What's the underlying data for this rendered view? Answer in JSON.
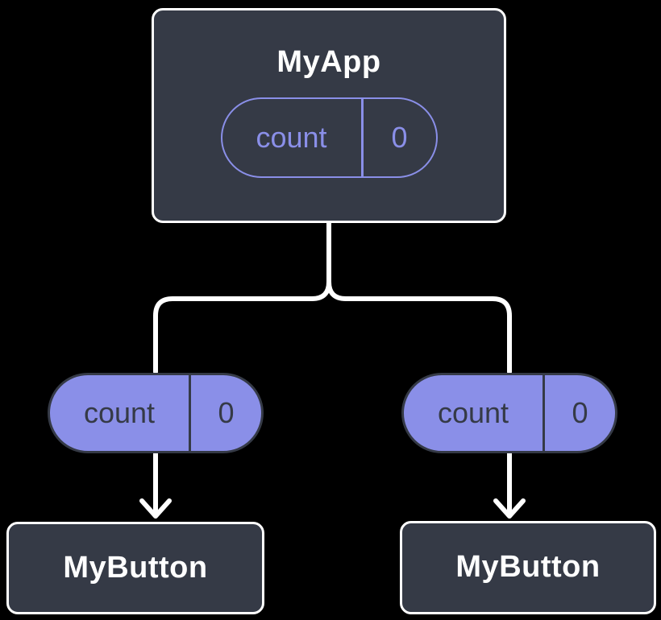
{
  "colors": {
    "background": "#000000",
    "node_fill": "#353a46",
    "node_border": "#ffffff",
    "accent_purple": "#8a8fe8",
    "pill_text_dark": "#353a46",
    "connector": "#ffffff",
    "title_text": "#ffffff"
  },
  "diagram": {
    "type": "component-tree",
    "root": {
      "title": "MyApp",
      "state": {
        "name": "count",
        "value": "0"
      }
    },
    "children": [
      {
        "title": "MyButton",
        "prop": {
          "name": "count",
          "value": "0"
        }
      },
      {
        "title": "MyButton",
        "prop": {
          "name": "count",
          "value": "0"
        }
      }
    ]
  }
}
